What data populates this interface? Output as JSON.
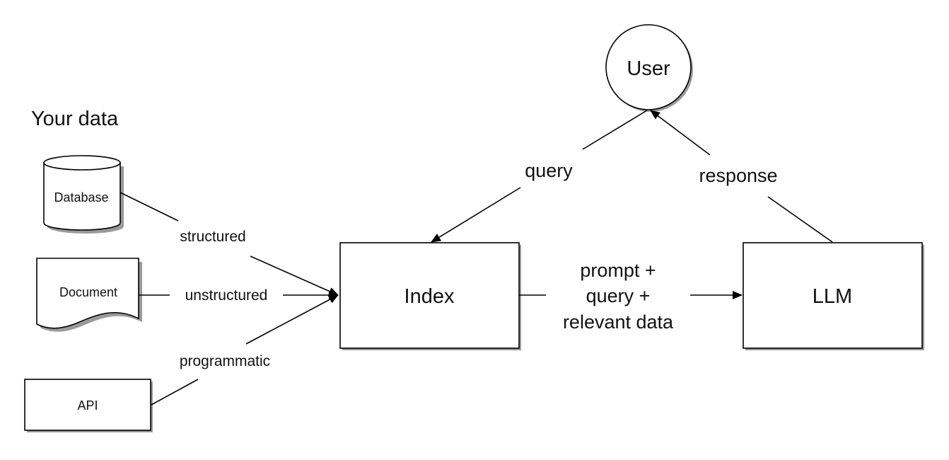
{
  "title": "Your data",
  "sources": {
    "database": "Database",
    "document": "Document",
    "api": "API"
  },
  "edges": {
    "structured": "structured",
    "unstructured": "unstructured",
    "programmatic": "programmatic",
    "query": "query",
    "response": "response",
    "prompt": [
      "prompt +",
      "query +",
      "relevant data"
    ]
  },
  "nodes": {
    "index": "Index",
    "llm": "LLM",
    "user": "User"
  }
}
